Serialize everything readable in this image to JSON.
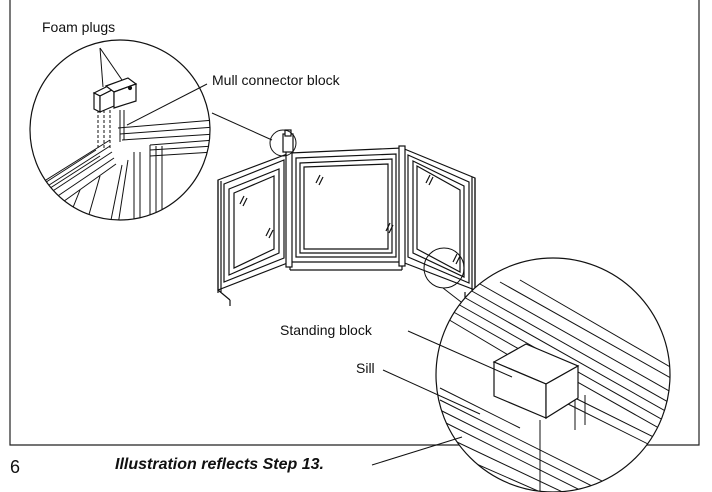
{
  "labels": {
    "foam_plugs": "Foam plugs",
    "mull_connector_block": "Mull connector block",
    "standing_block": "Standing block",
    "sill": "Sill"
  },
  "caption": "Illustration reflects Step 13.",
  "page_number": "6"
}
